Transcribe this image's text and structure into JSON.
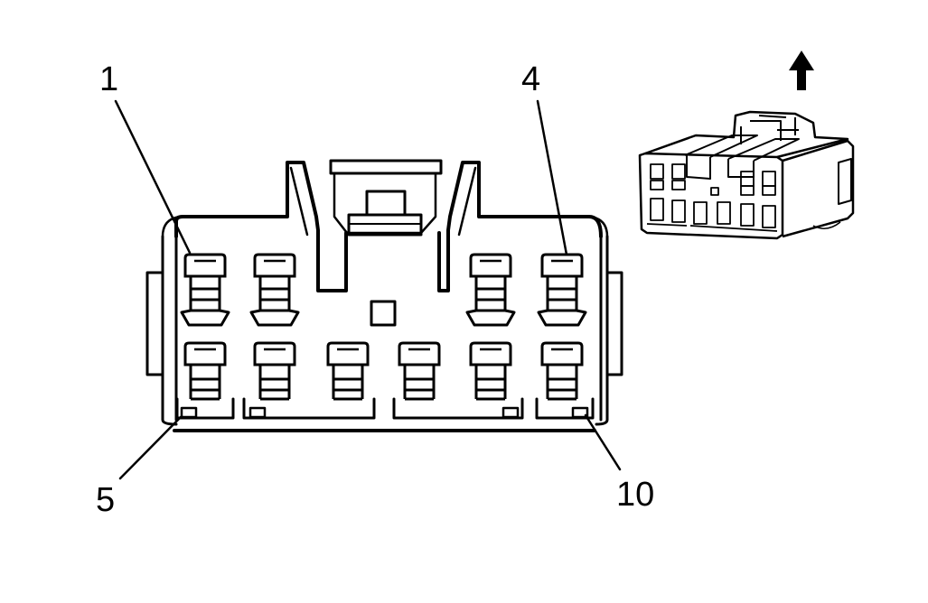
{
  "callouts": {
    "pin1": "1",
    "pin4": "4",
    "pin5": "5",
    "pin10": "10"
  },
  "colors": {
    "line": "#000000",
    "background": "#ffffff"
  },
  "icons": {
    "orientation": "arrow-up-icon"
  }
}
